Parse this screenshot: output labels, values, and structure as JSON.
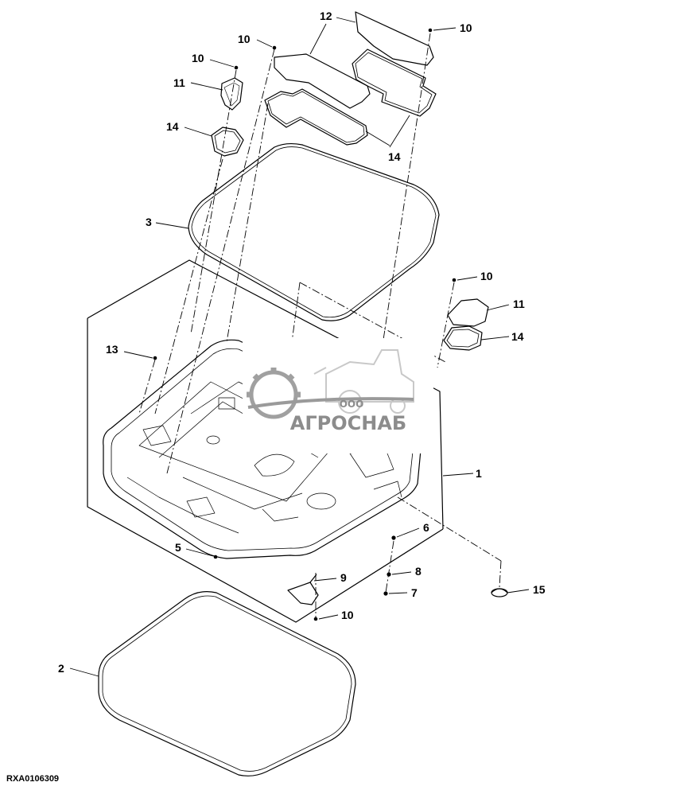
{
  "drawing_id": "RXA0106309",
  "watermark": {
    "company_prefix": "ООО",
    "company_name": "АГРОСНАБ",
    "colors": {
      "gear": "#9a9a9a",
      "text": "#8c8c8c"
    }
  },
  "callouts": [
    {
      "id": "c1",
      "label": "1"
    },
    {
      "id": "c2",
      "label": "2"
    },
    {
      "id": "c3",
      "label": "3"
    },
    {
      "id": "c5",
      "label": "5"
    },
    {
      "id": "c6",
      "label": "6"
    },
    {
      "id": "c7",
      "label": "7"
    },
    {
      "id": "c8",
      "label": "8"
    },
    {
      "id": "c9",
      "label": "9"
    },
    {
      "id": "c10a",
      "label": "10"
    },
    {
      "id": "c10b",
      "label": "10"
    },
    {
      "id": "c10c",
      "label": "10"
    },
    {
      "id": "c10d",
      "label": "10"
    },
    {
      "id": "c10e",
      "label": "10"
    },
    {
      "id": "c11a",
      "label": "11"
    },
    {
      "id": "c11b",
      "label": "11"
    },
    {
      "id": "c12",
      "label": "12"
    },
    {
      "id": "c13",
      "label": "13"
    },
    {
      "id": "c14a",
      "label": "14"
    },
    {
      "id": "c14b",
      "label": "14"
    },
    {
      "id": "c14c",
      "label": "14"
    },
    {
      "id": "c15",
      "label": "15"
    }
  ]
}
